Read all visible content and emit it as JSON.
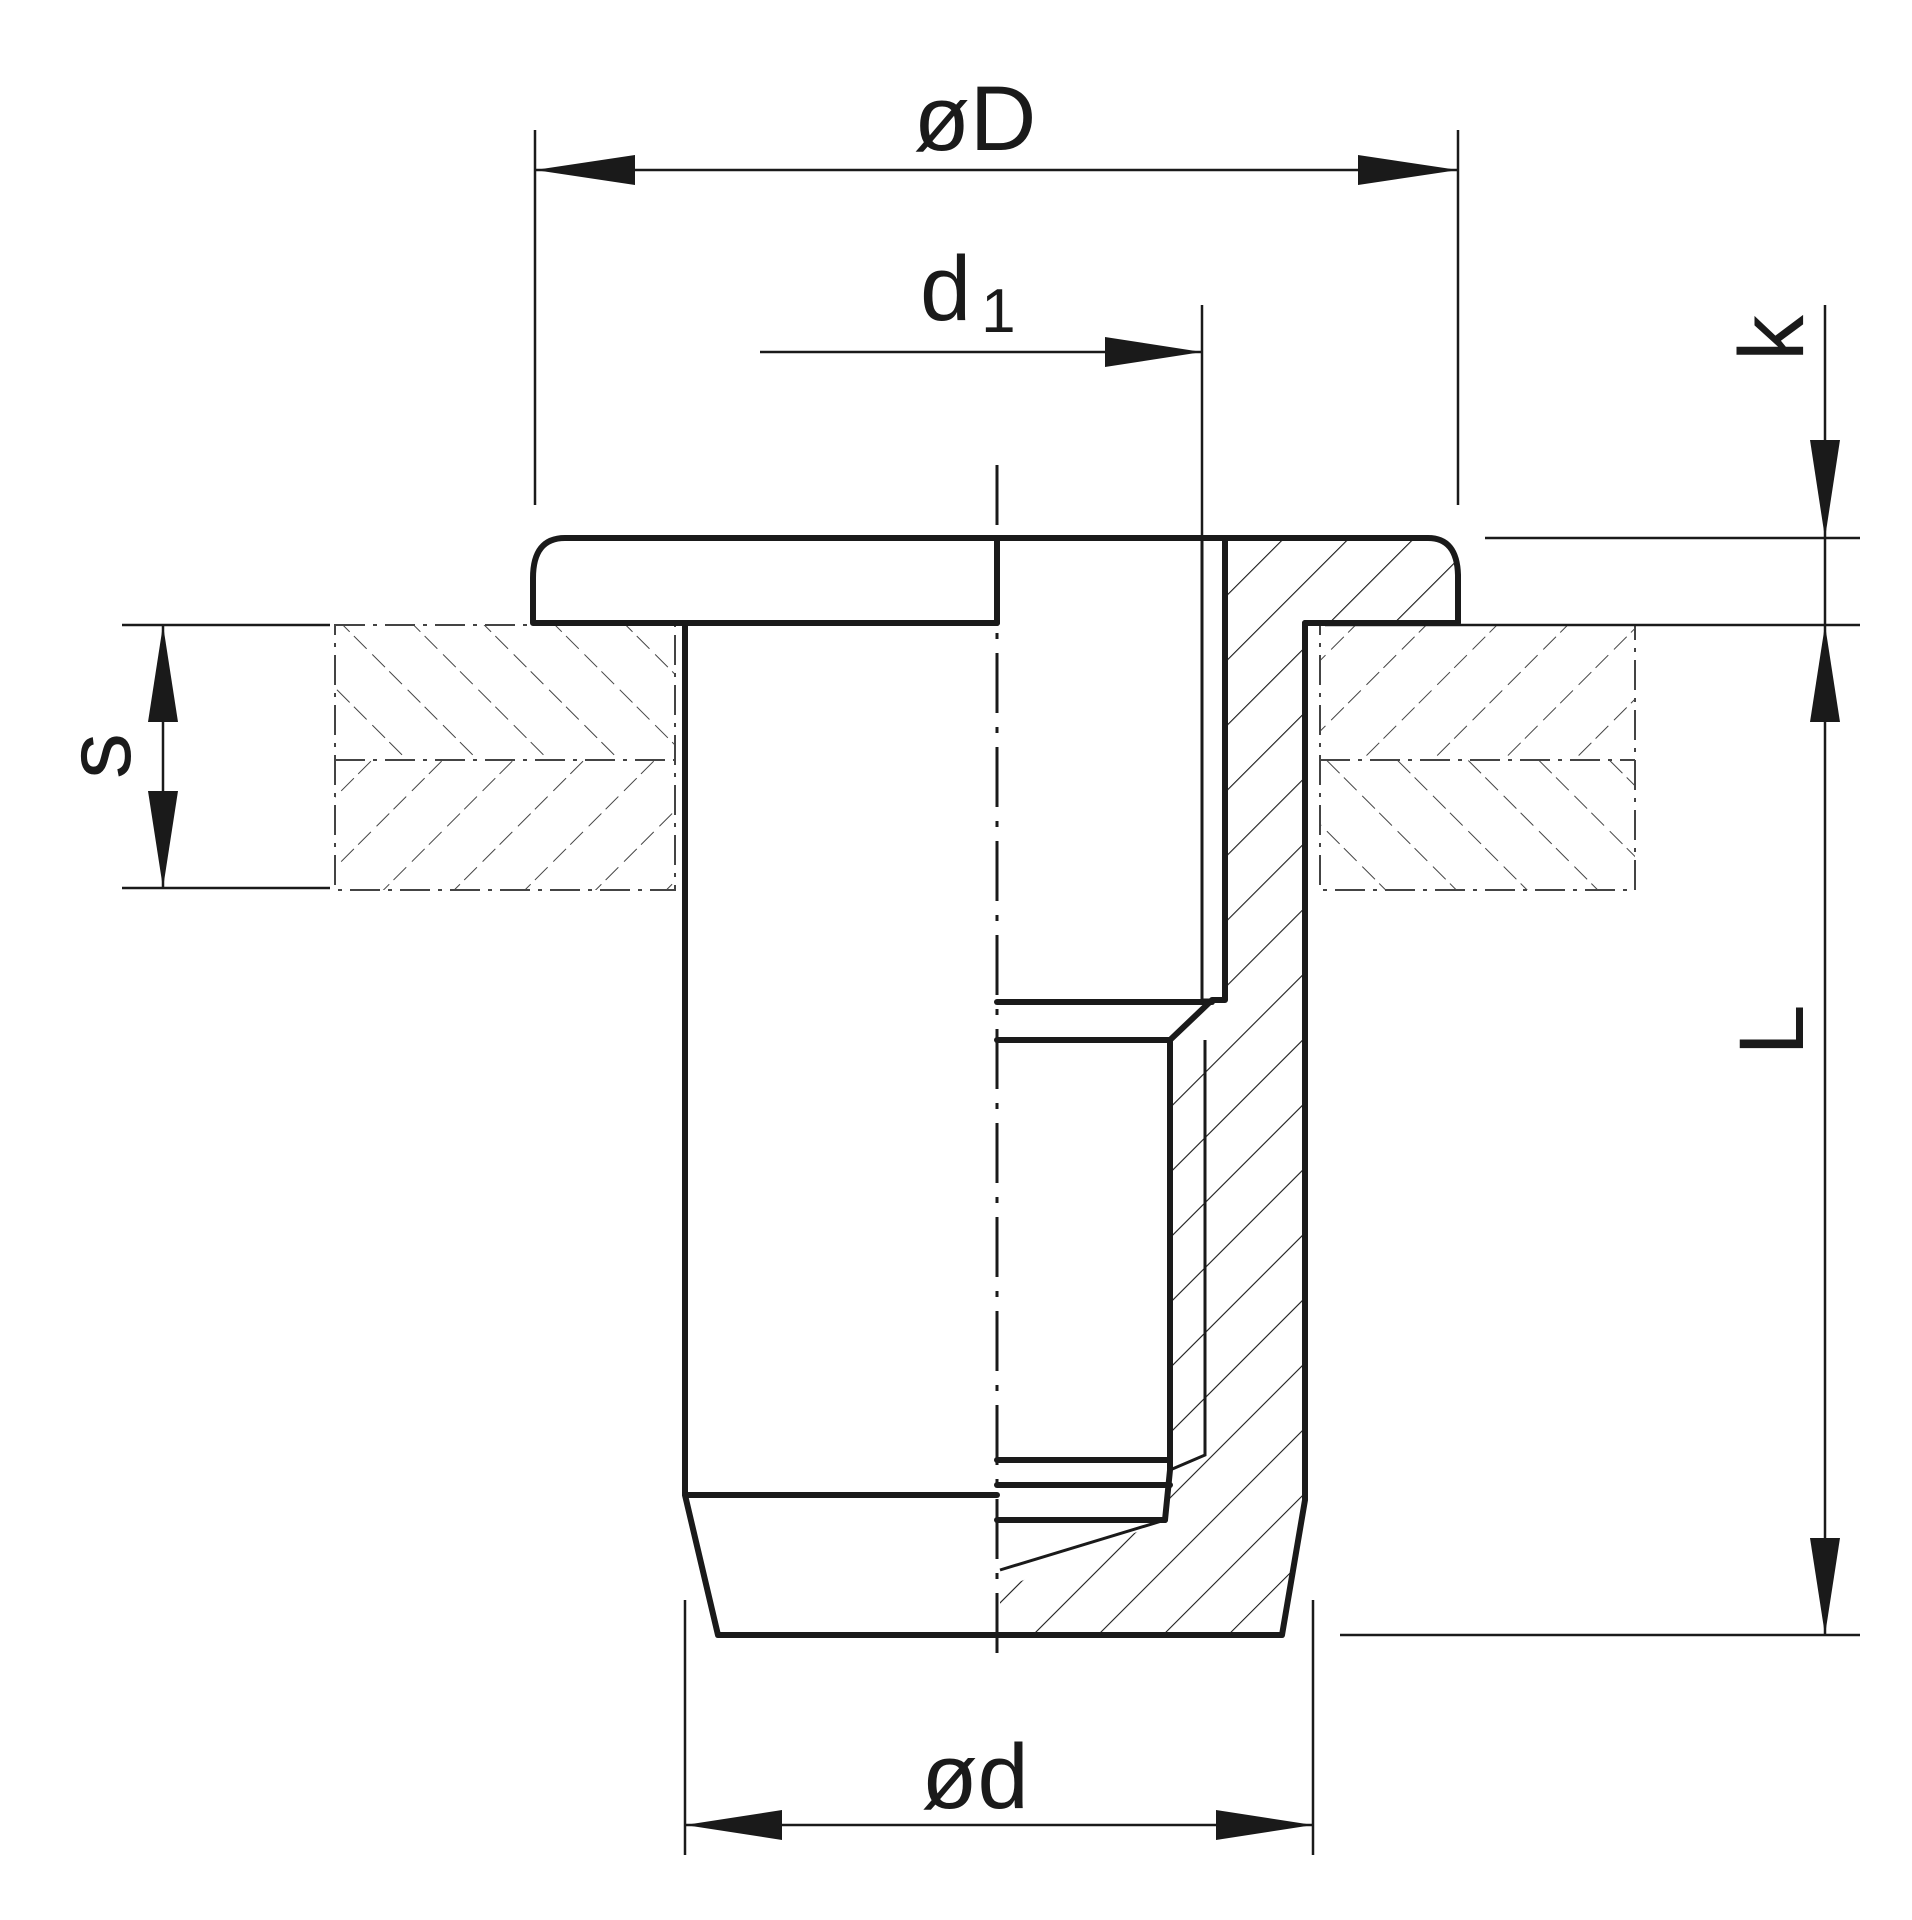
{
  "dimensions": {
    "D": "øD",
    "d1_main": "d",
    "d1_sub": "1",
    "k": "k",
    "s": "s",
    "L": "L",
    "d": "ød"
  }
}
